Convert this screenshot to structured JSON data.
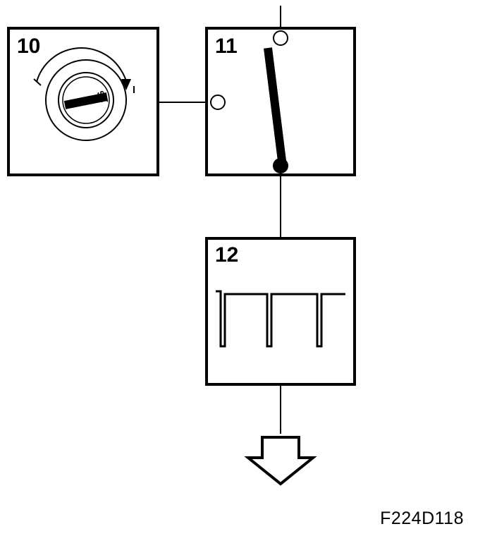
{
  "blocks": [
    {
      "number": "10",
      "kind": "ignition-switch",
      "switch_marking": "ST"
    },
    {
      "number": "11",
      "kind": "relay-switch"
    },
    {
      "number": "12",
      "kind": "pulse-signal"
    }
  ],
  "figure_code": "F224D118",
  "colors": {
    "ink": "#000000",
    "paper": "#ffffff"
  },
  "icons": [
    "ignition-key-icon",
    "open-switch-contact-icon",
    "square-wave-signal-icon",
    "down-arrow-icon"
  ]
}
